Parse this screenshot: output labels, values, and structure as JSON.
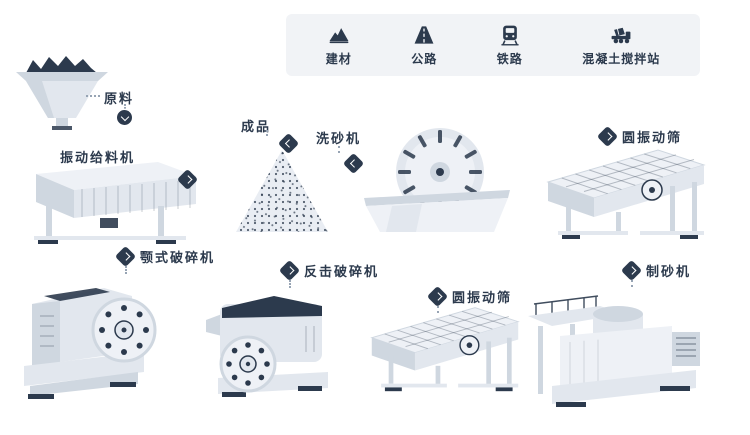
{
  "colors": {
    "navy": "#2c3a4d",
    "panel": "#f1f3f6",
    "machine_light": "#eef1f6",
    "machine_mid": "#e2e7ee",
    "machine_shade": "#cfd7e0"
  },
  "legend": {
    "items": [
      {
        "id": "building-materials",
        "label": "建材"
      },
      {
        "id": "highway",
        "label": "公路"
      },
      {
        "id": "railway",
        "label": "铁路"
      },
      {
        "id": "concrete-mixing-plant",
        "label": "混凝土搅拌站"
      }
    ]
  },
  "machines": {
    "raw_material": {
      "label": "原料"
    },
    "vibrating_feeder": {
      "label": "振动给料机"
    },
    "finished_product": {
      "label": "成品"
    },
    "sand_washer": {
      "label": "洗砂机"
    },
    "vibrating_screen_top": {
      "label": "圆振动筛"
    },
    "jaw_crusher": {
      "label": "颚式破碎机"
    },
    "impact_crusher": {
      "label": "反击破碎机"
    },
    "vibrating_screen_bottom": {
      "label": "圆振动筛"
    },
    "sand_maker": {
      "label": "制砂机"
    }
  }
}
